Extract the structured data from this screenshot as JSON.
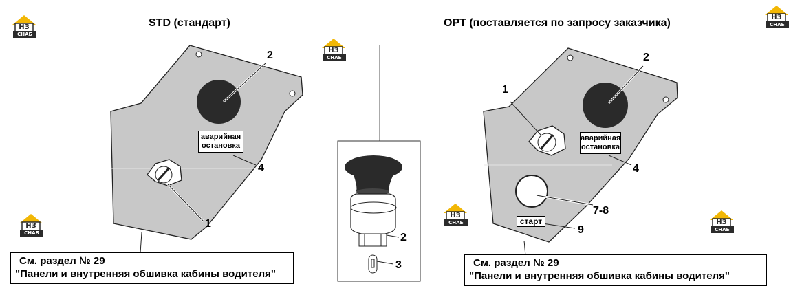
{
  "std": {
    "title": "STD (стандарт)",
    "tag": [
      "аварийная",
      "остановка"
    ],
    "callouts": [
      "2",
      "4",
      "1"
    ],
    "ref": [
      "См. раздел № 29",
      "\"Панели и внутренняя обшивка кабины водителя\""
    ]
  },
  "opt": {
    "title": "OPT (поставляется по запросу заказчика)",
    "tag": [
      "аварийная",
      "остановка"
    ],
    "start_tag": "старт",
    "callouts": [
      "1",
      "2",
      "4",
      "7-8",
      "9"
    ],
    "ref": [
      "См. раздел № 29",
      "\"Панели и внутренняя обшивка кабины водителя\""
    ]
  },
  "detail": {
    "callouts": [
      "2",
      "3"
    ]
  },
  "logo": {
    "top": "НЗ",
    "bottom": "СНАБ",
    "colors": {
      "roof": "#f2b705",
      "ink": "#2b2b2b"
    }
  },
  "colors": {
    "panel": "#c8c8c8",
    "button": "#2a2a2a"
  }
}
